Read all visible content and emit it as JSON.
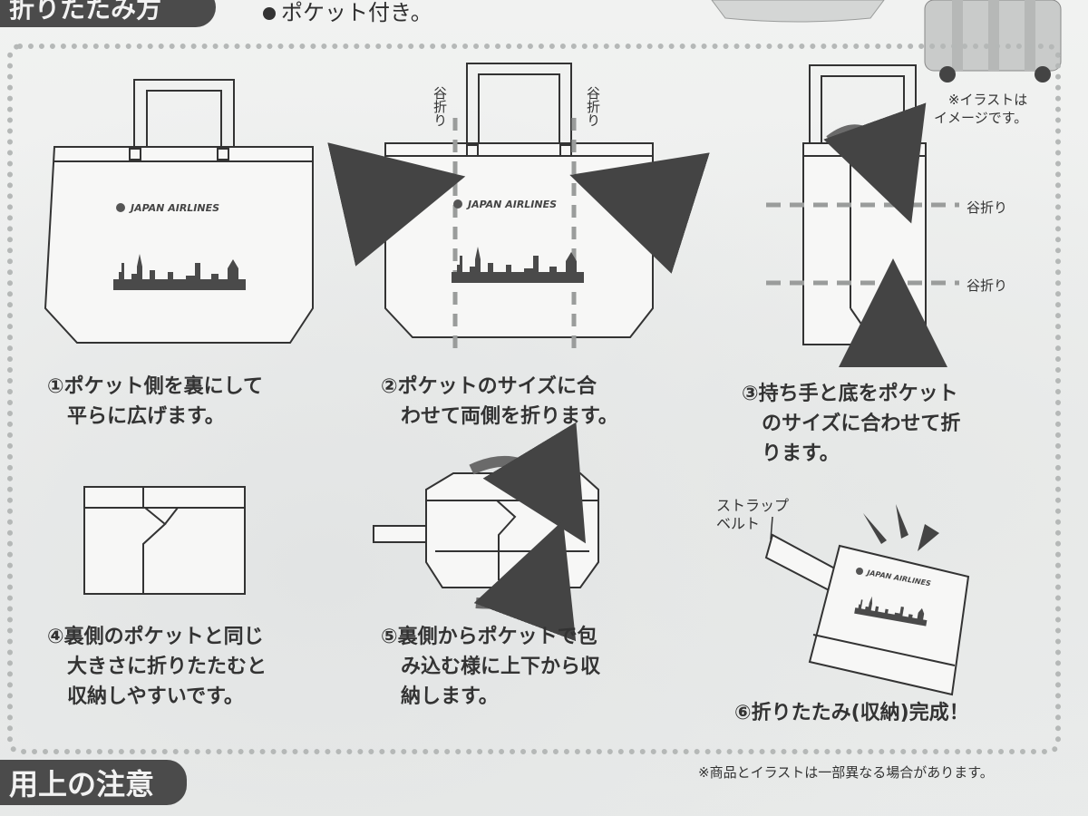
{
  "header": {
    "title_top": "折りたたみ方",
    "pocket_note": "ポケット付き。",
    "title_bottom": "用上の注意"
  },
  "illustration_note": "※イラストは\nイメージです。",
  "logo_text": "JAPAN AIRLINES",
  "fold_label": "谷折り",
  "strap_label": "ストラップ\nベルト",
  "steps": [
    {
      "text": "①ポケット側を裏にして\n　平らに広げます。"
    },
    {
      "text": "②ポケットのサイズに合\n　わせて両側を折ります。"
    },
    {
      "text": "③持ち手と底をポケット\n　のサイズに合わせて折\n　ります。"
    },
    {
      "text": "④裏側のポケットと同じ\n　大きさに折りたたむと\n　収納しやすいです。"
    },
    {
      "text": "⑤裏側からポケットで包\n　み込む様に上下から収\n　納します。"
    },
    {
      "text": "⑥折りたたみ(収納)完成！"
    }
  ],
  "footnote": "※商品とイラストは一部異なる場合があります。"
}
